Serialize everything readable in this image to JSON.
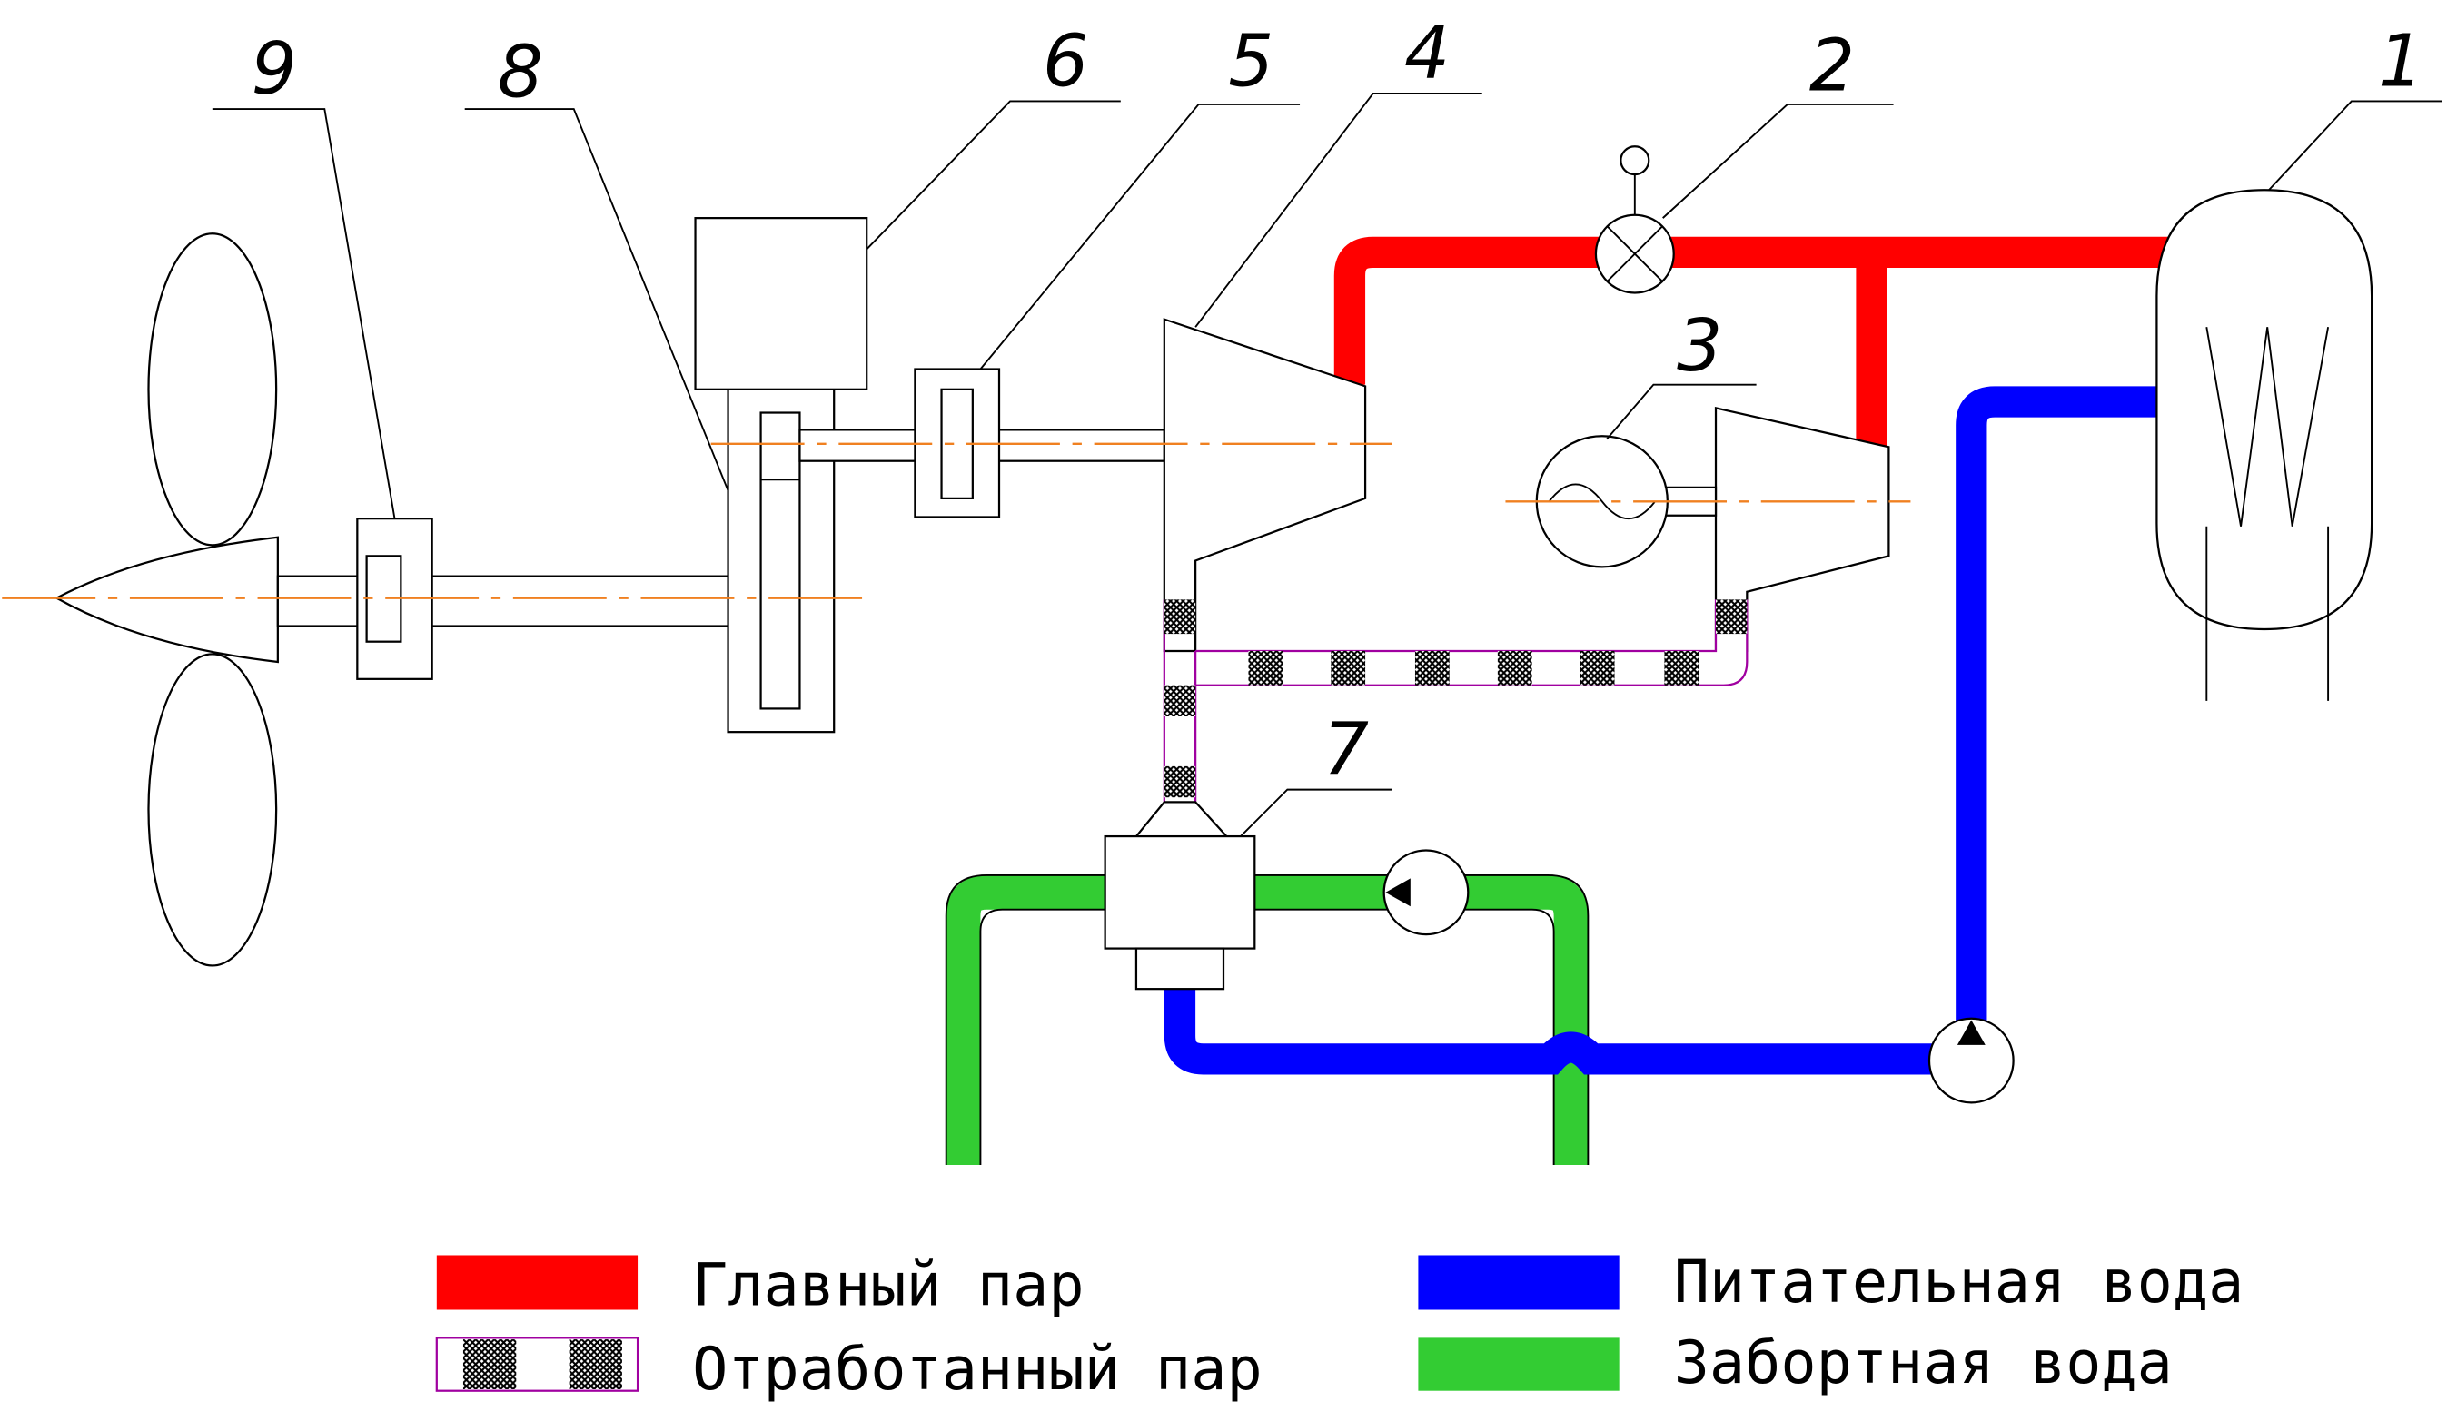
{
  "labels": {
    "n1": "1",
    "n2": "2",
    "n3": "3",
    "n4": "4",
    "n5": "5",
    "n6": "6",
    "n7": "7",
    "n8": "8",
    "n9": "9"
  },
  "legend": {
    "main_steam": {
      "label": "Главный пар",
      "color": "#ff0000"
    },
    "exhaust_steam": {
      "label": "Отработанный пар",
      "color": "#a000a0"
    },
    "feed_water": {
      "label": "Питательная вода",
      "color": "#0000ff"
    },
    "sea_water": {
      "label": "Забортная вода",
      "color": "#33cc33"
    }
  }
}
